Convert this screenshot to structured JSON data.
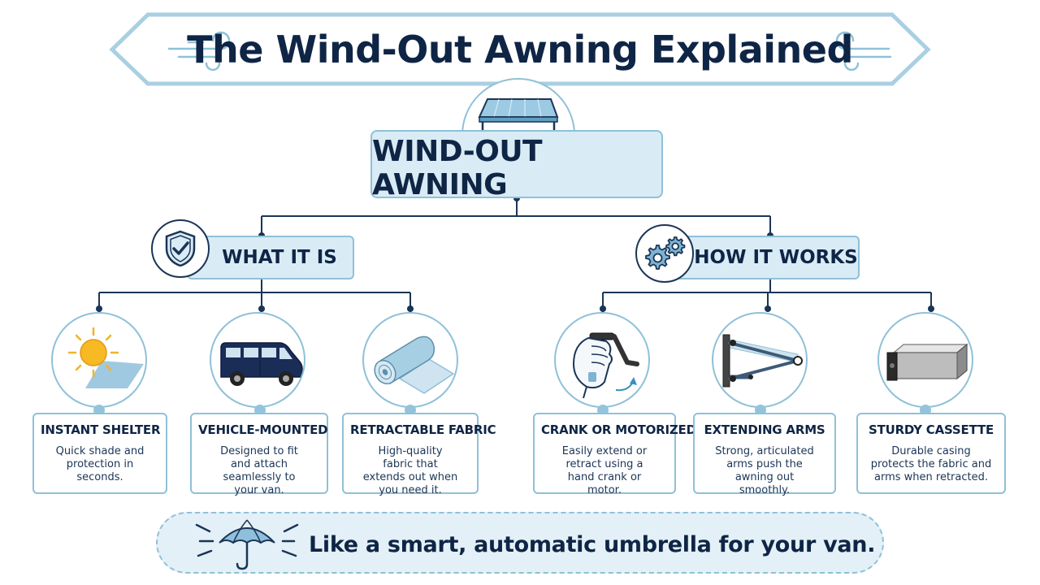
{
  "title": "The Wind-Out Awning Explained",
  "central_node": {
    "label": "WIND-OUT AWNING",
    "icon": "awning-icon"
  },
  "categories": [
    {
      "label": "WHAT IT IS",
      "icon": "shield-check-icon",
      "items": [
        {
          "title": "INSTANT SHELTER",
          "description": "Quick shade and protection in seconds.",
          "icon": "sun-shade-icon"
        },
        {
          "title": "VEHICLE-MOUNTED",
          "description": "Designed to fit and attach seamlessly to your van.",
          "icon": "van-icon"
        },
        {
          "title": "RETRACTABLE FABRIC",
          "description": "High-quality fabric that extends out when you need it.",
          "icon": "fabric-roll-icon"
        }
      ]
    },
    {
      "label": "HOW IT WORKS",
      "icon": "gears-icon",
      "items": [
        {
          "title": "CRANK OR MOTORIZED",
          "description": "Easily extend or retract using a hand crank or motor.",
          "icon": "hand-crank-icon"
        },
        {
          "title": "EXTENDING ARMS",
          "description": "Strong, articulated arms push the awning out smoothly.",
          "icon": "articulated-arms-icon"
        },
        {
          "title": "STURDY CASSETTE",
          "description": "Durable casing protects the fabric and arms when retracted.",
          "icon": "cassette-icon"
        }
      ]
    }
  ],
  "analogy": {
    "text": "Like a smart, automatic umbrella for your van.",
    "icon": "umbrella-icon"
  },
  "colors": {
    "navy": "#0f2545",
    "light_blue_fill": "#d9ebf5",
    "border_blue": "#8fc1d8",
    "dot_blue": "#93c4dc"
  }
}
